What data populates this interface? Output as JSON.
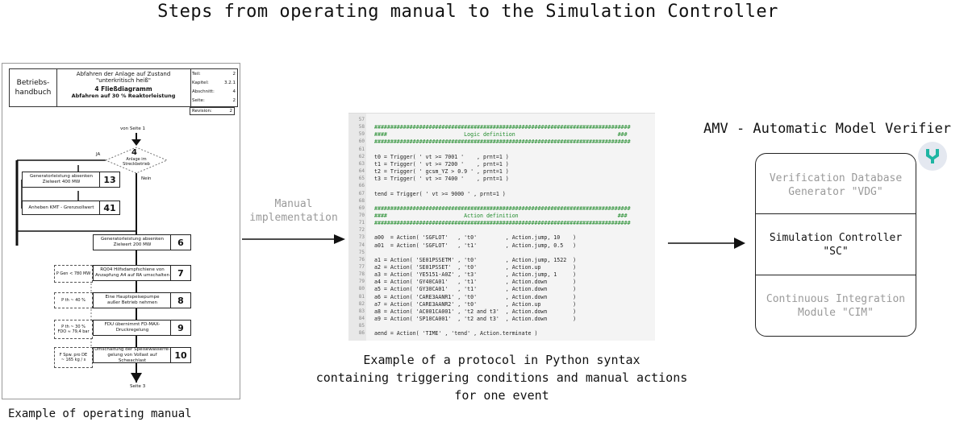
{
  "title": "Steps from operating manual to the Simulation Controller",
  "manual": {
    "book_label": "Betriebs-\nhandbuch",
    "heading_line1": "Abfahren der Anlage auf Zustand",
    "heading_line2": "\"unterkritisch heiß\"",
    "section": "4  Fließdiagramm",
    "subsection": "Abfahren auf 30 % Reaktorleistung",
    "meta": [
      {
        "label": "Teil:",
        "value": "2"
      },
      {
        "label": "Kapitel:",
        "value": "3.2.1"
      },
      {
        "label": "Abschnitt:",
        "value": "4"
      },
      {
        "label": "Seite:",
        "value": "2"
      }
    ],
    "revision_label": "Revision:",
    "revision_value": "2",
    "from_page": "von Seite 1",
    "to_page": "Seite 3",
    "decision": {
      "number": "4",
      "text": "Anlage im\nStreckbetrieb",
      "yes": "JA",
      "no": "Nein"
    },
    "steps": [
      {
        "text": "Generatorleistung absenken\nZielwert 400 MW",
        "num": "13"
      },
      {
        "text": "Anheben KMT - Grenzsollwert",
        "num": "41"
      },
      {
        "text": "Generatorleistung absenken\nZielwert 200 MW",
        "num": "6"
      },
      {
        "text": "RQ04 Hilfsdampfschiene von\nAnzapfung A4 auf RA umschalten",
        "num": "7"
      },
      {
        "text": "Eine Hauptspeisepumpe\naußer Betrieb nehmen",
        "num": "8"
      },
      {
        "text": "FDU übernimmt FD-MAX-\nDruckregelung",
        "num": "9"
      },
      {
        "text": "Umschaltung der Speisewasserre-\ngelung von Vollast auf Schwachlast",
        "num": "10"
      }
    ],
    "conditions": [
      "P Gen < 780 MW",
      "P th ~ 40 %",
      "P th ~ 30 %\nFDO ≈ 79,4 bar",
      "F Spw. pro DE\n~ 165 kg / s"
    ]
  },
  "manual_caption": "Example of operating manual",
  "arrow_label": "Manual\nimplementation",
  "code": {
    "lines": [
      {
        "n": "57",
        "t": "",
        "style": "plain"
      },
      {
        "n": "58",
        "t": "################################################################################",
        "style": "green"
      },
      {
        "n": "59",
        "t": "####                        Logic definition                                ###",
        "style": "green"
      },
      {
        "n": "60",
        "t": "################################################################################",
        "style": "green"
      },
      {
        "n": "61",
        "t": "",
        "style": "plain"
      },
      {
        "n": "62",
        "t": "t0 = Trigger( ' vt >= 7001 '    , prnt=1 )",
        "style": "plain"
      },
      {
        "n": "63",
        "t": "t1 = Trigger( ' vt >= 7200 '    , prnt=1 )",
        "style": "plain"
      },
      {
        "n": "64",
        "t": "t2 = Trigger( ' gcsm_YZ > 0.9 ' , prnt=1 )",
        "style": "plain"
      },
      {
        "n": "65",
        "t": "t3 = Trigger( ' vt >= 7400 '    , prnt=1 )",
        "style": "plain"
      },
      {
        "n": "66",
        "t": "",
        "style": "plain"
      },
      {
        "n": "67",
        "t": "tend = Trigger( ' vt >= 9000 ' , prnt=1 )",
        "style": "plain"
      },
      {
        "n": "68",
        "t": "",
        "style": "plain"
      },
      {
        "n": "69",
        "t": "################################################################################",
        "style": "green"
      },
      {
        "n": "70",
        "t": "####                        Action definition                               ###",
        "style": "green"
      },
      {
        "n": "71",
        "t": "################################################################################",
        "style": "green"
      },
      {
        "n": "72",
        "t": "",
        "style": "plain"
      },
      {
        "n": "73",
        "t": "a00  = Action( 'SGFLOT'   , 't0'         , Action.jump, 10    )",
        "style": "plain"
      },
      {
        "n": "74",
        "t": "a01  = Action( 'SGFLOT'   , 't1'         , Action.jump, 0.5   )",
        "style": "plain"
      },
      {
        "n": "75",
        "t": "",
        "style": "plain"
      },
      {
        "n": "76",
        "t": "a1 = Action( 'SE01PSSETM' , 't0'         , Action.jump, 1522  )",
        "style": "plain"
      },
      {
        "n": "77",
        "t": "a2 = Action( 'SE01PSSET'  , 't0'         , Action.up          )",
        "style": "plain"
      },
      {
        "n": "78",
        "t": "a3 = Action( 'YE5151-A0Z' , 't3'         , Action.jump, 1     )",
        "style": "plain"
      },
      {
        "n": "79",
        "t": "a4 = Action( 'GY40CA01'   , 't1'         , Action.down        )",
        "style": "plain"
      },
      {
        "n": "80",
        "t": "a5 = Action( 'GY30CA01'   , 't1'         , Action.down        )",
        "style": "plain"
      },
      {
        "n": "81",
        "t": "a6 = Action( 'CARE3AANR1' , 't0'         , Action.down        )",
        "style": "plain"
      },
      {
        "n": "82",
        "t": "a7 = Action( 'CARE3AANR2' , 't0'         , Action.up          )",
        "style": "plain"
      },
      {
        "n": "83",
        "t": "a8 = Action( 'AC001CA001' , 't2 and t3'  , Action.down        )",
        "style": "plain"
      },
      {
        "n": "84",
        "t": "a9 = Action( 'SP10CA001'  , 't2 and t3'  , Action.down        )",
        "style": "plain"
      },
      {
        "n": "85",
        "t": "",
        "style": "plain"
      },
      {
        "n": "86",
        "t": "aend = Action( 'TIME' , 'tend' , Action.terminate )",
        "style": "plain"
      }
    ]
  },
  "code_caption": "Example of a protocol in Python syntax\ncontaining triggering conditions and manual actions\nfor one event",
  "amv": {
    "title": "AMV - Automatic Model Verifier",
    "sections": [
      {
        "label": "Verification Database\nGenerator \"VDG\"",
        "active": false
      },
      {
        "label": "Simulation Controller\n\"SC\"",
        "active": true
      },
      {
        "label": "Continuous Integration\nModule \"CIM\"",
        "active": false
      }
    ]
  },
  "colors": {
    "green": "#1f8a2a",
    "muted": "#9a9a9a",
    "logo": "#1fb5a3"
  }
}
